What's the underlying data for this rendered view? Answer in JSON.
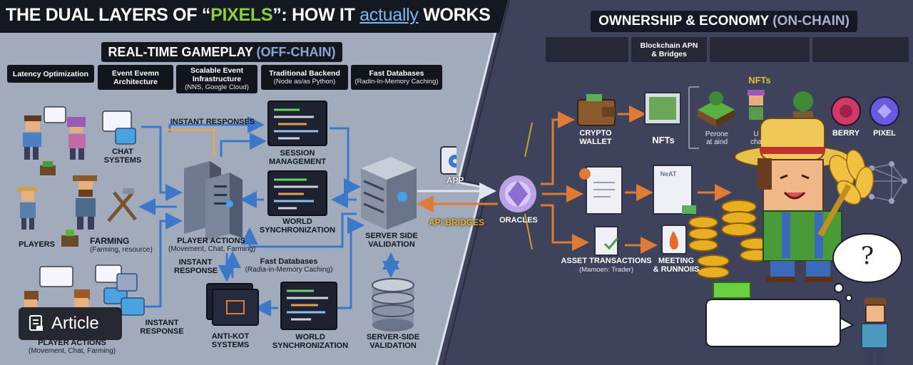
{
  "title": {
    "prefix": "THE DUAL LAYERS OF “",
    "pixels": "PIXELS",
    "mid": "”: HOW IT ",
    "actually": "actually",
    "suffix": " WORKS"
  },
  "left_section": {
    "heading": "REAL-TIME GAMEPLAY ",
    "heading_accent": "(OFF-CHAIN)"
  },
  "right_section": {
    "heading": "OWNERSHIP & ECONOMY ",
    "heading_accent": "(ON-CHAIN)"
  },
  "left_tags": [
    {
      "title": "Latency Optimization",
      "sub": ""
    },
    {
      "title": "Event Evemn\nArchitecture",
      "sub": ""
    },
    {
      "title": "Scalable Event\nInfrastructure",
      "sub": "(NNS, Google Cloud)"
    },
    {
      "title": "Traditional Backend",
      "sub": "(Node as/as Python)"
    },
    {
      "title": "Fast Databases",
      "sub": "(Radin-In-Memory Caching)"
    }
  ],
  "right_tags": [
    "",
    "Blockchain APN\n& Bridges",
    "",
    ""
  ],
  "nodes": {
    "chat_systems": "CHAT\nSYSTEMS",
    "instant_responses_top": "INSTANT RESPONSES",
    "session_management": "SESSION\nMANAGEMENT",
    "farming": "FARMING",
    "farming_sub": "(Farming, resource)",
    "players": "PLAYERS",
    "player_actions_center": "PLAYER ACTIONS",
    "player_actions_center_sub": "(Movement, Chat, Farming)",
    "world_sync_top": "WORLD\nSYNCHRONIZATION",
    "instant_response_mid": "INSTANT\nRESPONSE",
    "fast_databases": "Fast Databases",
    "fast_databases_sub": "(Radia-in-Memory Caching)",
    "server_side_validation": "SERVER SIDE\nVALIDATION",
    "instant_response_bottom": "INSTANT\nRESPONSE",
    "anti_kot": "ANTI-KOT\nSYSTEMS",
    "world_sync_bottom": "WORLD\nSYNCHRONIZATION",
    "server_side_validation_bottom": "SERVER-SIDE\nVALIDATION",
    "player_actions_bottom": "PLAYER ACTIONS",
    "player_actions_bottom_sub": "(Movement, Chat, Farming)"
  },
  "bridge": {
    "app": "APP",
    "api_bridges": "API BRIDGES",
    "oracles": "ORACLES"
  },
  "onchain": {
    "crypto_wallet": "CRYPTO\nWALLET",
    "nfts_mid": "NFTs",
    "nfts_top": "NFTs",
    "perone": "Perone\nat aind",
    "u_cha": "U\ncha",
    "berry": "BERRY",
    "pixel": "PIXEL",
    "nft_doc": "NeAT",
    "asset_transactions": "ASSET TRANSACTIONS",
    "asset_transactions_sub": "(Mamoen: Trader)",
    "meeting": "MEETING\n& RUNNOIIS",
    "question": "?"
  },
  "badge": {
    "label": "Article"
  },
  "colors": {
    "accent_green": "#8ccf3a",
    "accent_blue": "#2f6fd0",
    "accent_orange": "#e07b35",
    "right_bg": "#3f425c",
    "left_bg": "#a3acbc",
    "dark": "#12151c"
  }
}
